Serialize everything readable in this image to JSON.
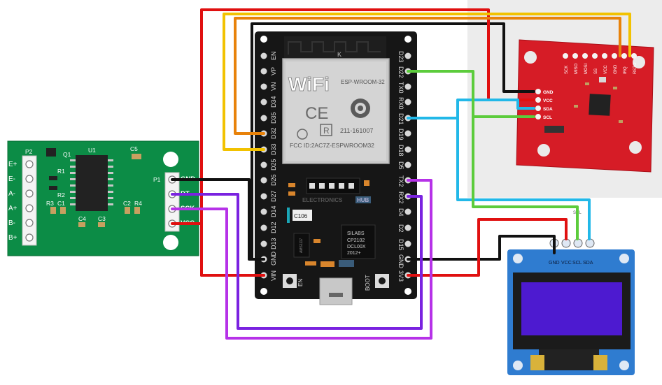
{
  "esp32": {
    "left_pins": [
      "EN",
      "VP",
      "VN",
      "D34",
      "D35",
      "D32",
      "D33",
      "D25",
      "D26",
      "D27",
      "D14",
      "D12",
      "D13",
      "GND",
      "VIN"
    ],
    "right_pins": [
      "D23",
      "D22",
      "TX0",
      "RX0",
      "D21",
      "D19",
      "D18",
      "D5",
      "TX2",
      "RX2",
      "D4",
      "D2",
      "D15",
      "GND",
      "3V3"
    ],
    "module_wifi": "WiFi",
    "module_model": "ESP-WROOM-32",
    "module_cert": "211-161007",
    "module_fcc": "FCC ID:2AC7Z-ESPWROOM32",
    "antenna_label": "K",
    "chip_code": "C106",
    "brand": "ELECTRONICS",
    "brand_suffix": "HUB",
    "usb_chip_1": "SILABS",
    "usb_chip_2": "CP2102",
    "usb_chip_3": "DCL00X",
    "usb_chip_4": "2012+",
    "regulator": "AMS1117",
    "btn_en": "EN",
    "btn_boot": "BOOT"
  },
  "hx711": {
    "left_pins": [
      "E+",
      "E-",
      "A-",
      "A+",
      "B-",
      "B+"
    ],
    "right_pins": [
      "GND",
      "DT",
      "SCK",
      "VCC"
    ],
    "labels": [
      "P2",
      "U1",
      "C5",
      "Q1",
      "R1",
      "R2",
      "R3",
      "C1",
      "C2",
      "R4",
      "C4",
      "C3",
      "P1"
    ]
  },
  "rfid": {
    "top_pins": [
      "SCK",
      "MISO",
      "MOSI",
      "SS",
      "VCC",
      "GND",
      "IRQ",
      "RSTO"
    ],
    "side_pins": [
      "GND",
      "VCC",
      "SDA",
      "SCL"
    ]
  },
  "oled": {
    "pins": [
      "GND",
      "VCC",
      "SCL",
      "SDA"
    ],
    "top_label": "SCL"
  },
  "colors": {
    "red": "#e01010",
    "orange": "#e8820a",
    "yellow": "#f2c200",
    "black": "#111111",
    "green": "#5ccc3c",
    "cyan": "#22b8e8",
    "purple": "#7a22e0",
    "magenta": "#b632e8"
  }
}
